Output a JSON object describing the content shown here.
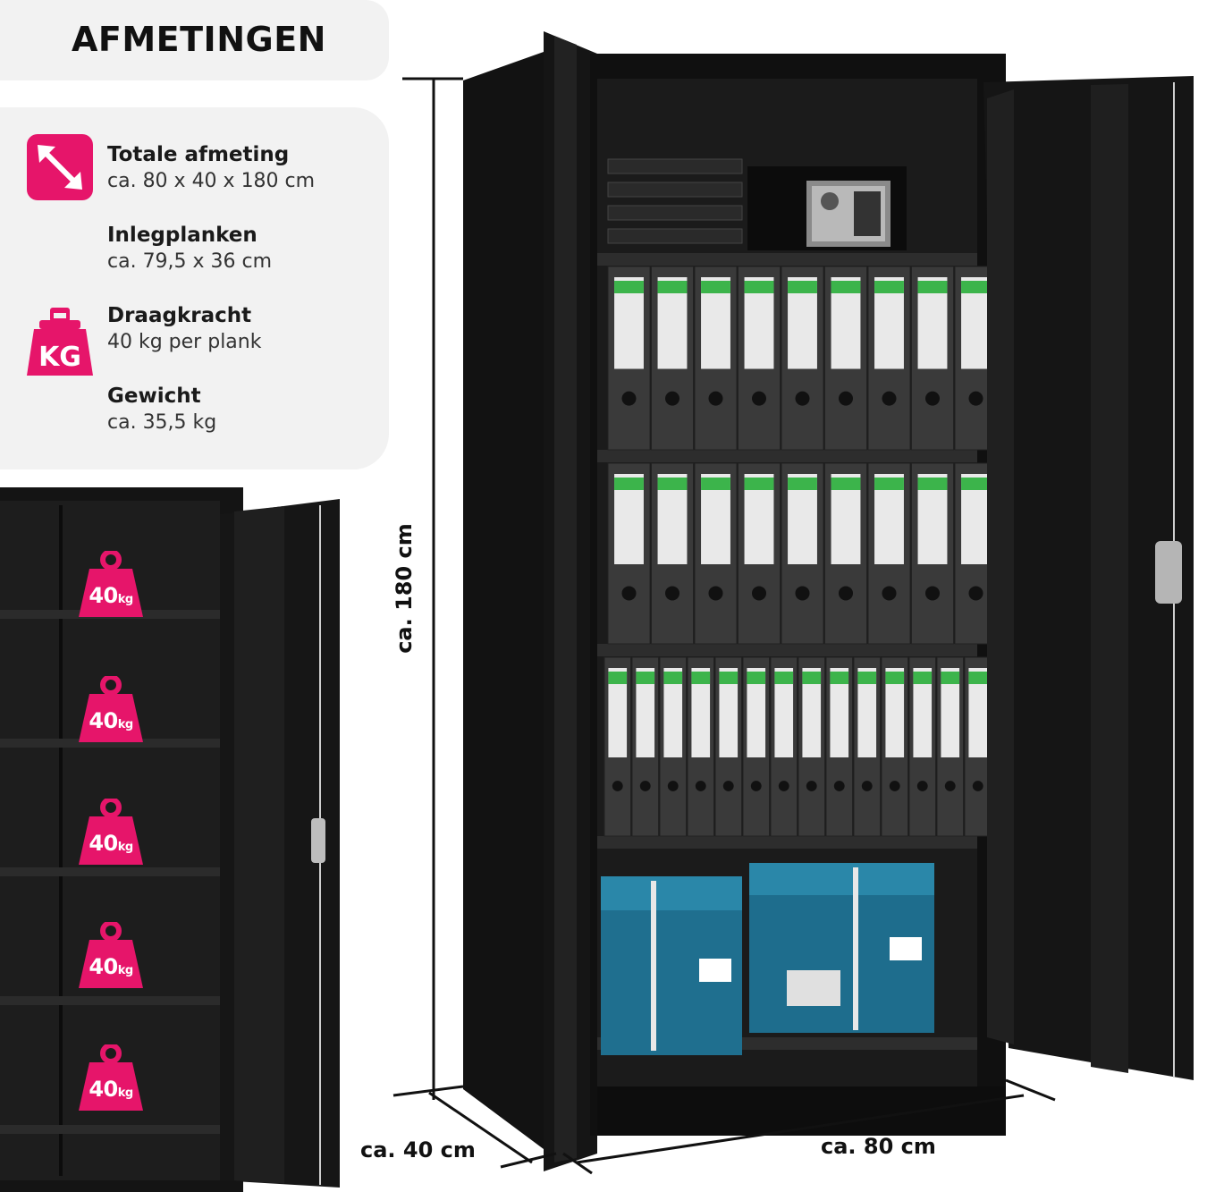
{
  "header": {
    "title": "AFMETINGEN"
  },
  "specs": [
    {
      "label": "Totale afmeting",
      "value": "ca. 80 x 40 x 180 cm",
      "icon": "diagonal-arrows-icon"
    },
    {
      "label": "Inlegplanken",
      "value": "ca. 79,5 x 36 cm",
      "icon": ""
    },
    {
      "label": "Draagkracht",
      "value": "40 kg per plank",
      "icon": "kg-weight-icon"
    },
    {
      "label": "Gewicht",
      "value": "ca. 35,5 kg",
      "icon": ""
    }
  ],
  "icon_text": {
    "kg": "KG"
  },
  "dimensions": {
    "height": "ca. 180 cm",
    "depth": "ca. 40 cm",
    "width": "ca. 80 cm"
  },
  "shelf_badges": [
    {
      "value": "40",
      "unit": "kg"
    },
    {
      "value": "40",
      "unit": "kg"
    },
    {
      "value": "40",
      "unit": "kg"
    },
    {
      "value": "40",
      "unit": "kg"
    },
    {
      "value": "40",
      "unit": "kg"
    }
  ],
  "colors": {
    "accent": "#e6156a",
    "panel": "#f2f2f2",
    "cabinet": "#141414"
  }
}
